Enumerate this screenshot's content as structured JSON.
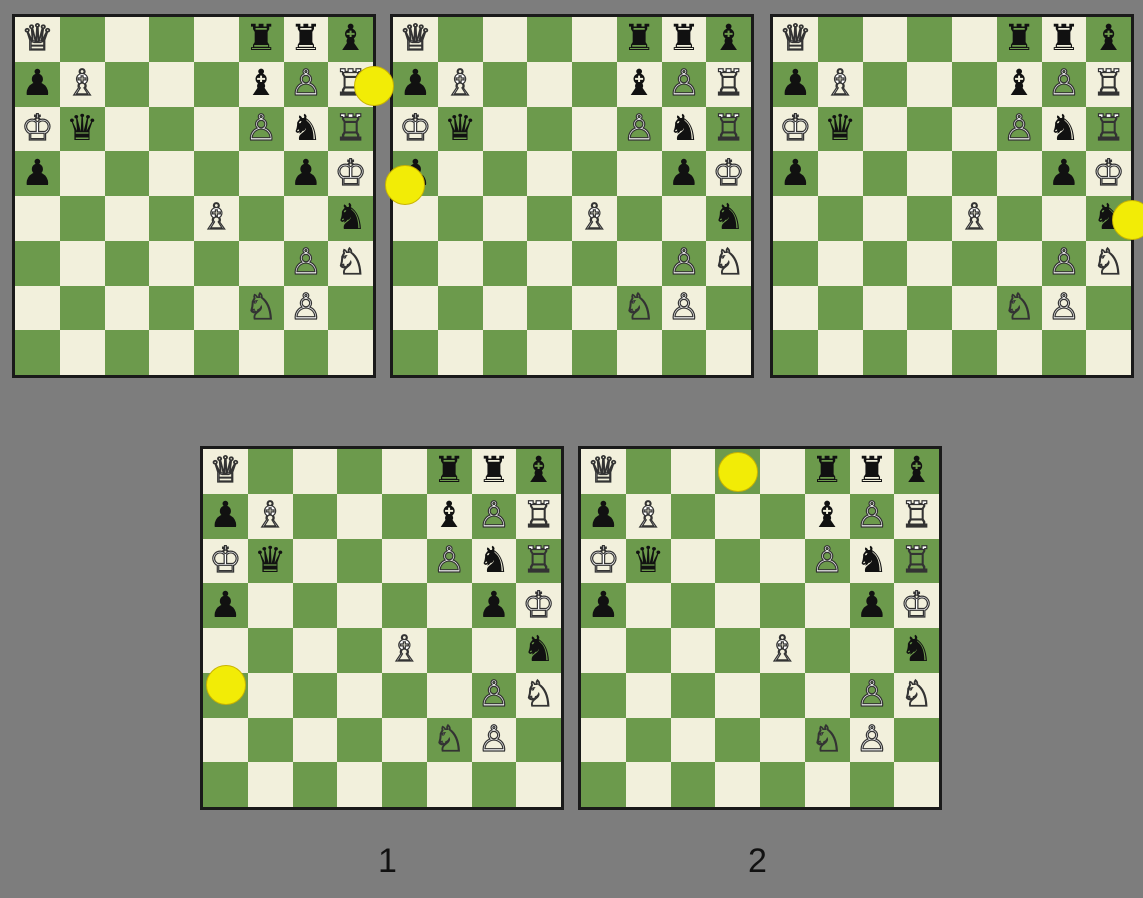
{
  "pieces": {
    "K": "♔",
    "Q": "♕",
    "R": "♖",
    "B": "♗",
    "N": "♘",
    "P": "♙",
    "k": "♚",
    "q": "♛",
    "r": "♜",
    "b": "♝",
    "n": "♞",
    "p": "♟"
  },
  "colors": {
    "light": "#f2f0dc",
    "dark": "#6c9a4c",
    "marker": "#f2ec06",
    "background": "#7d7d7d"
  },
  "boards": [
    {
      "id": "board-top-1",
      "position": [
        "Q....rrb",
        "pB...bPR",
        "Kq...PnR",
        "p.....pK",
        "....B..n",
        "......PN",
        ".....NP.",
        "........"
      ],
      "marker": {
        "row": 1,
        "col": 7,
        "place": "right-edge"
      }
    },
    {
      "id": "board-top-2",
      "position": [
        "Q....rrb",
        "pB...bPR",
        "Kq...PnR",
        "p.....pK",
        "....B..n",
        "......PN",
        ".....NP.",
        "........"
      ],
      "marker": {
        "row": 3,
        "col": 0,
        "place": "bottom-left"
      }
    },
    {
      "id": "board-top-3",
      "position": [
        "Q....rrb",
        "pB...bPR",
        "Kq...PnR",
        "p.....pK",
        "....B..n",
        "......PN",
        ".....NP.",
        "........"
      ],
      "marker": {
        "row": 4,
        "col": 7,
        "place": "right-edge"
      }
    },
    {
      "id": "board-option-1",
      "position": [
        "Q....rrb",
        "pB...bPR",
        "Kq...PnR",
        "p.....pK",
        "....B..n",
        "......PN",
        ".....NP.",
        "........"
      ],
      "marker": {
        "row": 5,
        "col": 0,
        "place": "top-edge"
      }
    },
    {
      "id": "board-option-2",
      "position": [
        "Q....rrb",
        "pB...bPR",
        "Kq...PnR",
        "p.....pK",
        "....B..n",
        "......PN",
        ".....NP.",
        "........"
      ],
      "marker": {
        "row": 0,
        "col": 3,
        "place": "center"
      }
    }
  ],
  "captions": {
    "option1": "1",
    "option2": "2"
  }
}
